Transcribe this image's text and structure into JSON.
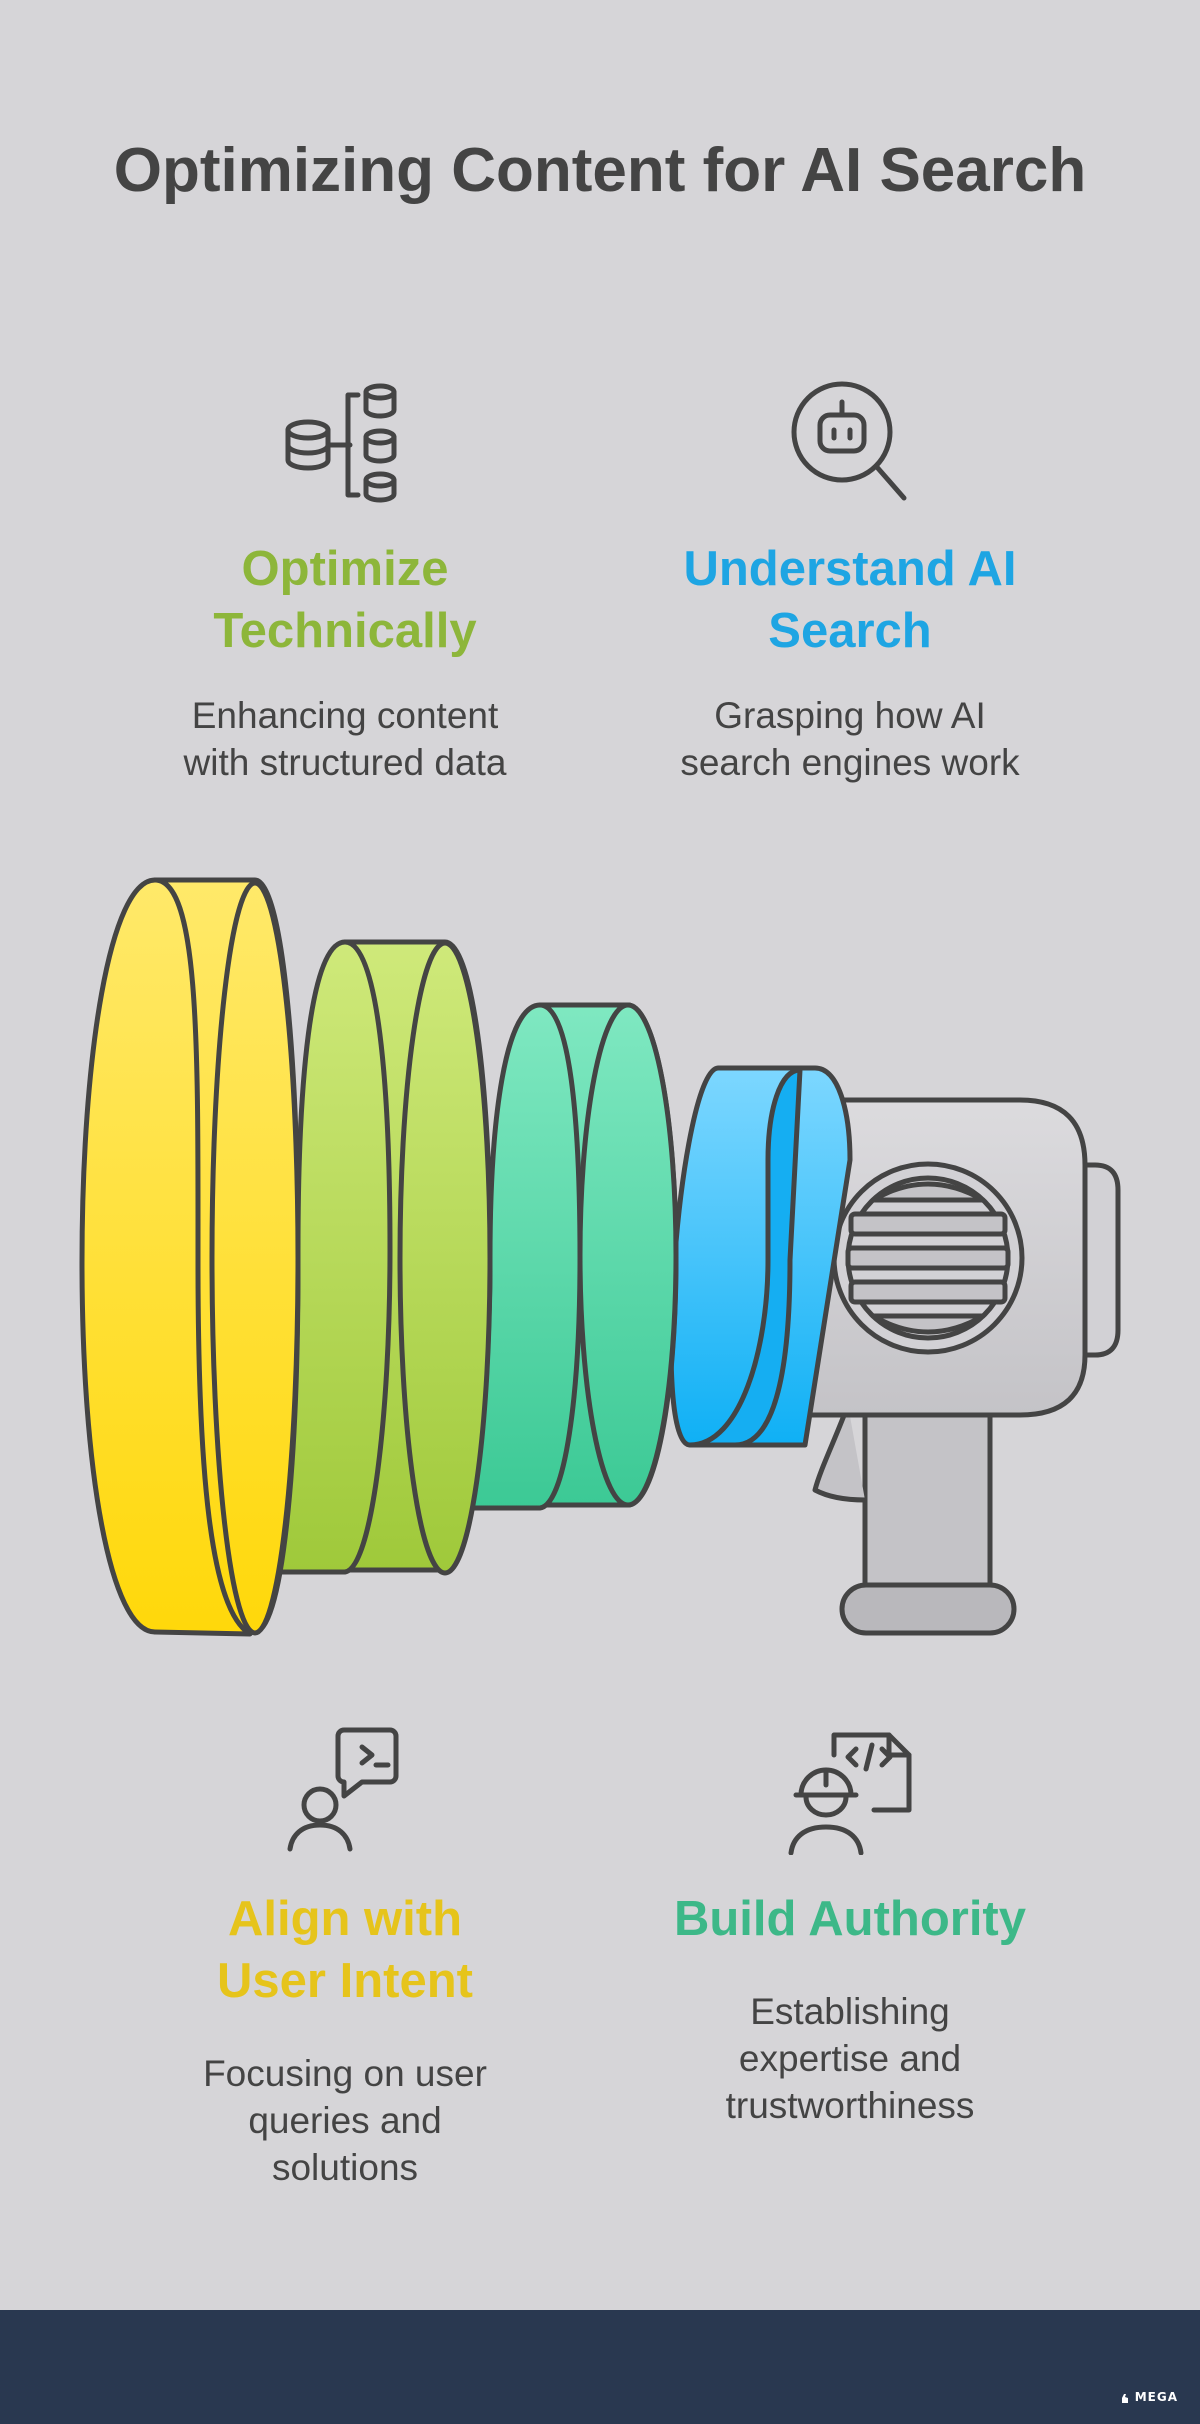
{
  "title": "Optimizing Content for AI Search",
  "cards": [
    {
      "title_line1": "Optimize",
      "title_line2": "Technically",
      "text_line1": "Enhancing content",
      "text_line2": "with structured data",
      "text_line3": "",
      "color": "#8db63a",
      "icon": "database-hierarchy-icon"
    },
    {
      "title_line1": "Understand AI",
      "title_line2": "Search",
      "text_line1": "Grasping how AI",
      "text_line2": "search engines work",
      "text_line3": "",
      "color": "#1ea5e3",
      "icon": "robot-magnifier-icon"
    },
    {
      "title_line1": "Align with",
      "title_line2": "User Intent",
      "text_line1": "Focusing on user",
      "text_line2": "queries and",
      "text_line3": "solutions",
      "color": "#e6c41b",
      "icon": "user-terminal-icon"
    },
    {
      "title_line1": "Build Authority",
      "title_line2": "",
      "text_line1": "Establishing",
      "text_line2": "expertise and",
      "text_line3": "trustworthiness",
      "color": "#3db888",
      "icon": "engineer-code-icon"
    }
  ],
  "illustration": {
    "name": "megaphone-illustration",
    "ring_colors": [
      "#ffd812",
      "#a6cf3e",
      "#4fd6a2",
      "#14b3f5"
    ]
  },
  "footer": {
    "brand": "MEGA"
  }
}
